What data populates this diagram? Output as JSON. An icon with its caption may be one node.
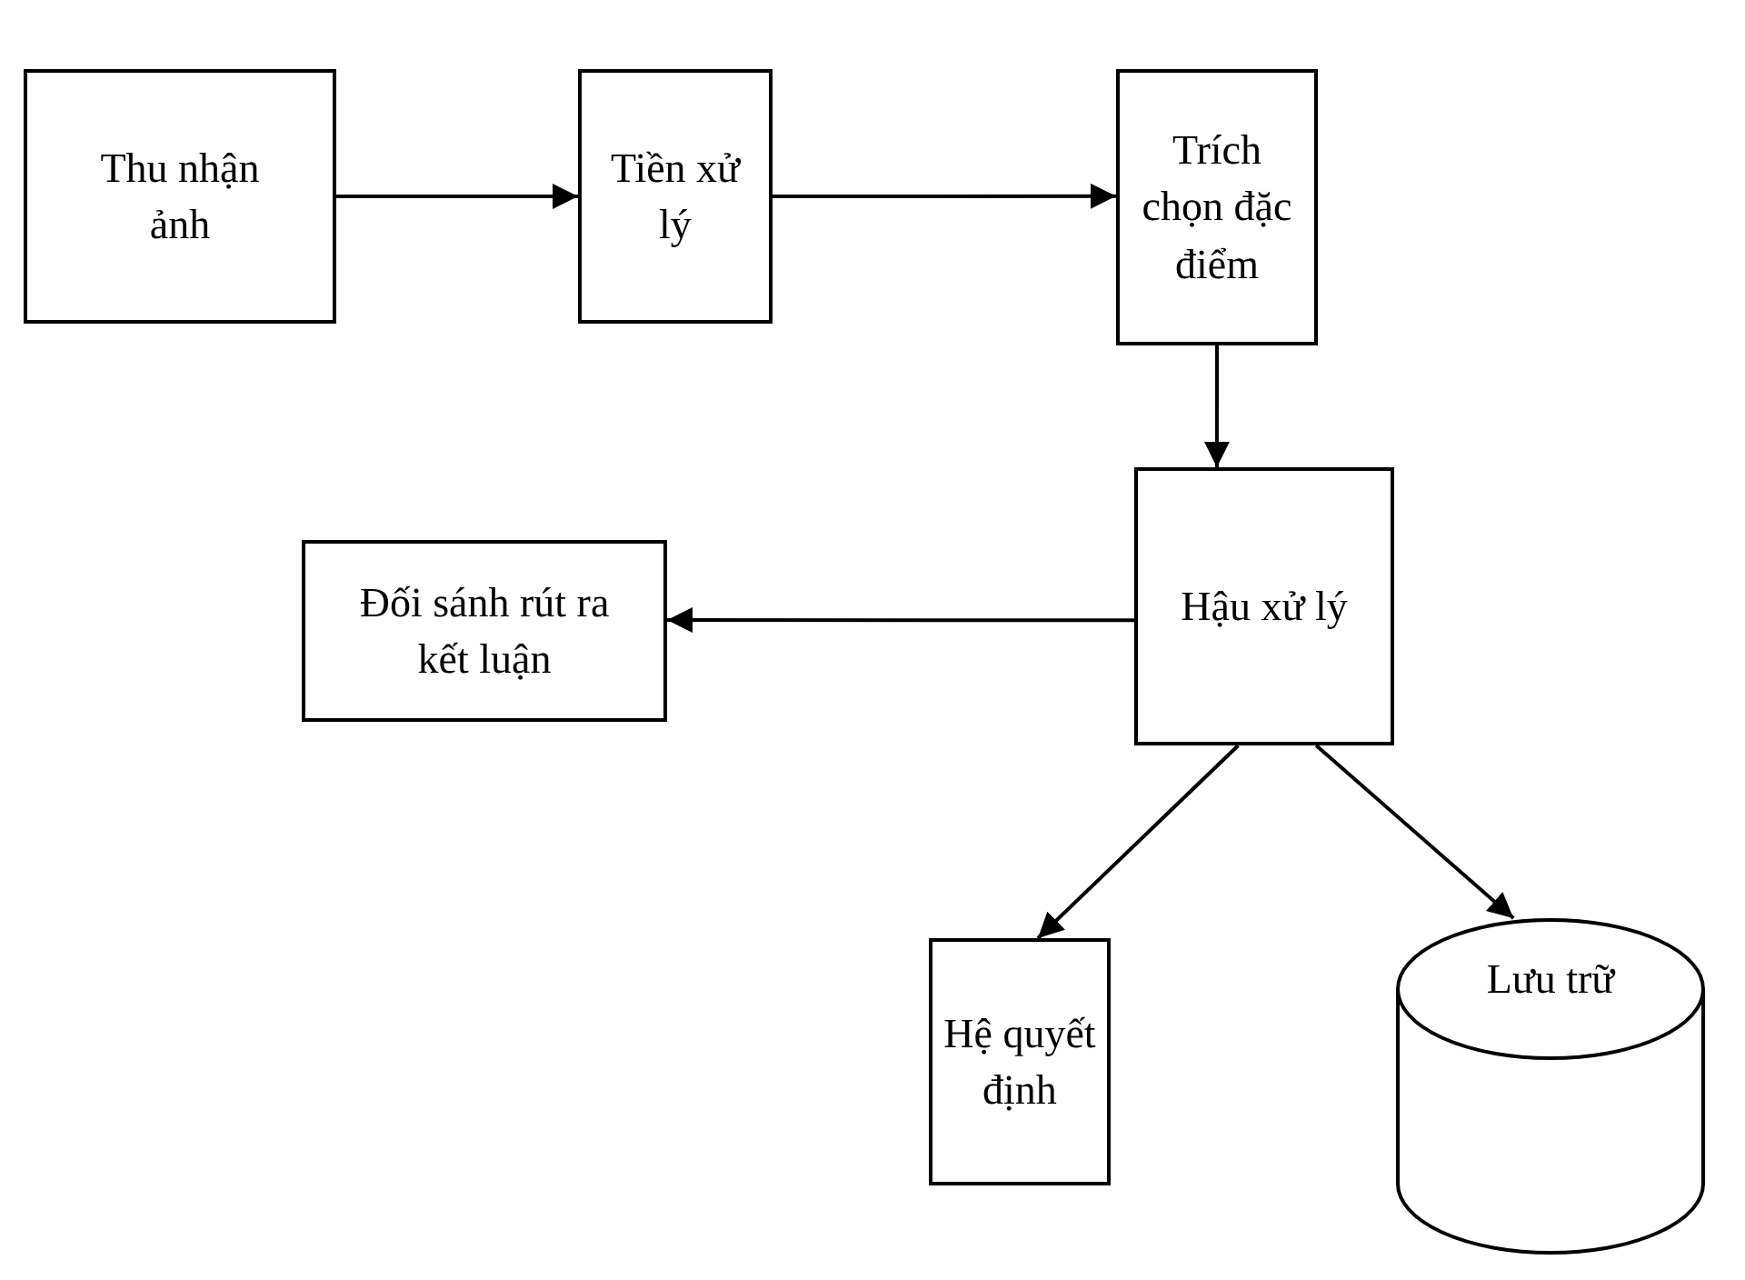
{
  "diagram": {
    "nodes": [
      {
        "text": [
          "Thu nhận ảnh"
        ]
      },
      {
        "text": [
          "Tiền xử lý"
        ]
      },
      {
        "text": [
          "Trích chọn đặc điểm"
        ]
      },
      {
        "text": [
          "Hậu xử lý"
        ]
      },
      {
        "text": [
          "Đối sánh rút ra kết luận"
        ]
      },
      {
        "text": [
          "Hệ quyết định"
        ]
      },
      {
        "text": [
          "Lưu trữ"
        ]
      }
    ],
    "edges": [
      {
        "from": 0,
        "to": 1,
        "arrow": "to"
      },
      {
        "from": 1,
        "to": 2,
        "arrow": "to"
      },
      {
        "from": 2,
        "to": 3,
        "arrow": "to"
      },
      {
        "from": 3,
        "to": 4,
        "arrow": "to"
      },
      {
        "from": 3,
        "to": 5,
        "arrow": "to"
      },
      {
        "from": 3,
        "to": 6,
        "arrow": "to"
      }
    ]
  }
}
